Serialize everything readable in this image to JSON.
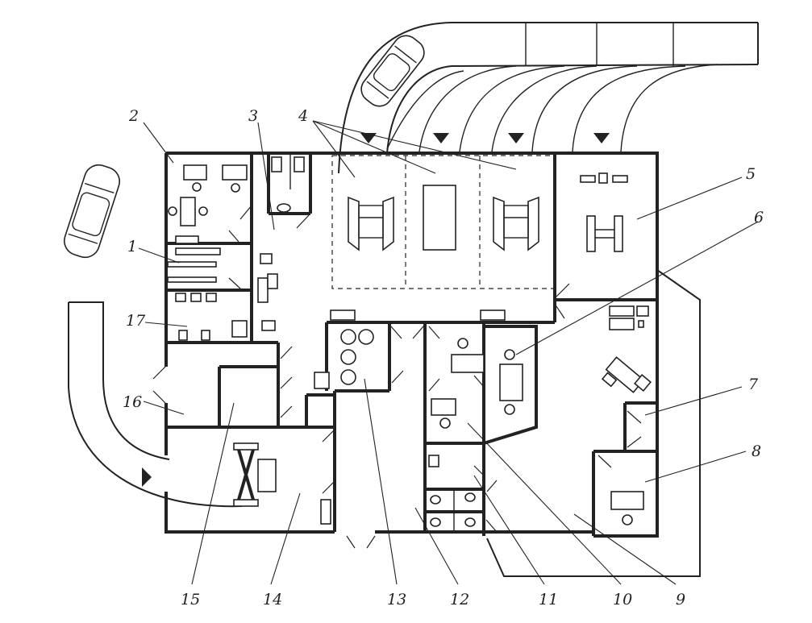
{
  "labels": [
    {
      "id": "1",
      "text": "1"
    },
    {
      "id": "2",
      "text": "2"
    },
    {
      "id": "3",
      "text": "3"
    },
    {
      "id": "4",
      "text": "4"
    },
    {
      "id": "5",
      "text": "5"
    },
    {
      "id": "6",
      "text": "6"
    },
    {
      "id": "7",
      "text": "7"
    },
    {
      "id": "8",
      "text": "8"
    },
    {
      "id": "9",
      "text": "9"
    },
    {
      "id": "10",
      "text": "10"
    },
    {
      "id": "11",
      "text": "11"
    },
    {
      "id": "12",
      "text": "12"
    },
    {
      "id": "13",
      "text": "13"
    },
    {
      "id": "14",
      "text": "14"
    },
    {
      "id": "15",
      "text": "15"
    },
    {
      "id": "16",
      "text": "16"
    },
    {
      "id": "17",
      "text": "17"
    }
  ],
  "icons": [
    "car-icon",
    "entry-arrow-icon",
    "service-bay-arrow-icon",
    "lift-icon",
    "vehicle-lift-frame-icon",
    "door-swing-icon",
    "desk-icon",
    "chair-icon",
    "sofa-icon",
    "toilet-icon",
    "sink-icon",
    "locker-icon"
  ],
  "colors": {
    "ink": "#222222",
    "paper": "#ffffff"
  }
}
